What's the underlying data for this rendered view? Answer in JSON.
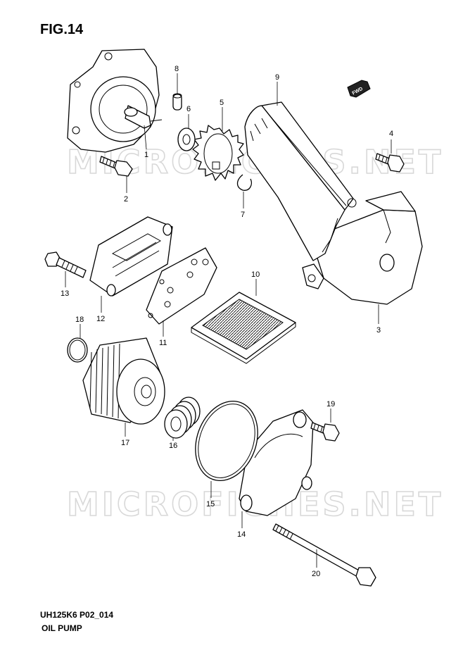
{
  "figure": {
    "title": "FIG.14"
  },
  "watermark": "MICROFICHES.NET",
  "badge": {
    "label": "FWD"
  },
  "footer": {
    "code": "UH125K6 P02_014",
    "name": "OIL PUMP"
  },
  "callouts": [
    {
      "id": "1",
      "label": "1"
    },
    {
      "id": "2",
      "label": "2"
    },
    {
      "id": "3",
      "label": "3"
    },
    {
      "id": "4",
      "label": "4"
    },
    {
      "id": "5",
      "label": "5"
    },
    {
      "id": "6",
      "label": "6"
    },
    {
      "id": "7",
      "label": "7"
    },
    {
      "id": "8",
      "label": "8"
    },
    {
      "id": "9",
      "label": "9"
    },
    {
      "id": "10",
      "label": "10"
    },
    {
      "id": "11",
      "label": "11"
    },
    {
      "id": "12",
      "label": "12"
    },
    {
      "id": "13",
      "label": "13"
    },
    {
      "id": "14",
      "label": "14"
    },
    {
      "id": "15",
      "label": "15"
    },
    {
      "id": "16",
      "label": "16"
    },
    {
      "id": "17",
      "label": "17"
    },
    {
      "id": "18",
      "label": "18"
    },
    {
      "id": "19",
      "label": "19"
    },
    {
      "id": "20",
      "label": "20"
    }
  ]
}
